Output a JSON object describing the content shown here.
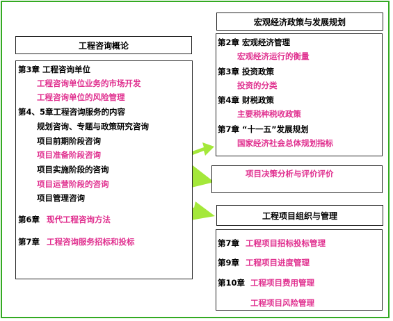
{
  "colors": {
    "accent": "#e0308f",
    "arrow": "#a4e83a",
    "frame": "#33aa22"
  },
  "left": {
    "title": "工程咨询概论",
    "lines": [
      {
        "text": "第3章  工程咨询单位",
        "style": "black"
      },
      {
        "text": "工程咨询单位业务的市场开发",
        "style": "pink"
      },
      {
        "text": "工程咨询单位的风险管理",
        "style": "pink"
      },
      {
        "text": "第4、5章工程咨询服务的内容",
        "style": "black"
      },
      {
        "text": "规划咨询、专题与政策研究咨询",
        "style": "black"
      },
      {
        "text": "项目前期阶段咨询",
        "style": "black"
      },
      {
        "text": "项目准备阶段咨询",
        "style": "pink"
      },
      {
        "text": "项目实施阶段的咨询",
        "style": "black"
      },
      {
        "text": "项目运营阶段的咨询",
        "style": "pink"
      },
      {
        "text": "项目管理咨询",
        "style": "black"
      },
      {
        "text": "第6章",
        "style": "black"
      },
      {
        "text": "现代工程咨询方法",
        "style": "pink"
      },
      {
        "text": "第7章",
        "style": "black"
      },
      {
        "text": "工程咨询服务招标和投标",
        "style": "pink"
      }
    ]
  },
  "top_right": {
    "title": "宏观经济政策与发展规划",
    "lines": [
      {
        "text": "第2章  宏观经济管理",
        "style": "black"
      },
      {
        "text": "宏观经济运行的衡量",
        "style": "pink"
      },
      {
        "text": "第3章  投资政策",
        "style": "black"
      },
      {
        "text": "投资的分类",
        "style": "pink"
      },
      {
        "text": "第4章  财税政策",
        "style": "black"
      },
      {
        "text": "主要税种税收政策",
        "style": "pink"
      },
      {
        "text": "第7章  “十一五”发展规划",
        "style": "black"
      },
      {
        "text": "国家经济社会总体规划指标",
        "style": "pink"
      }
    ]
  },
  "middle_right": {
    "title": "项目决策分析与评价评价"
  },
  "bottom_right": {
    "title": "工程项目组织与管理",
    "lines": [
      {
        "text": "第7章",
        "style": "black"
      },
      {
        "text": "工程项目招标投标管理",
        "style": "pink"
      },
      {
        "text": "第9章",
        "style": "black"
      },
      {
        "text": "工程项目进度管理",
        "style": "pink"
      },
      {
        "text": "第10章",
        "style": "black"
      },
      {
        "text": "工程项目费用管理",
        "style": "pink"
      },
      {
        "text": "工程项目风险管理",
        "style": "pink"
      }
    ]
  }
}
